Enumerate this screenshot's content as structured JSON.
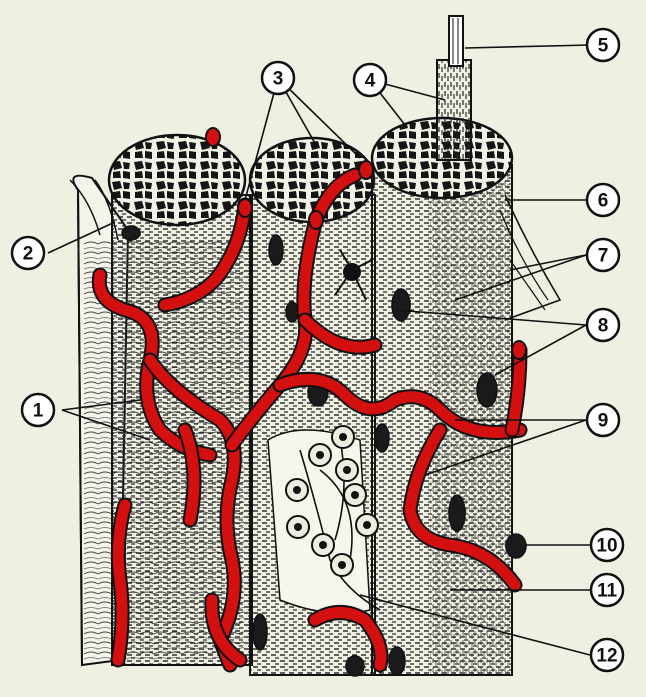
{
  "labels": [
    "1",
    "2",
    "3",
    "4",
    "5",
    "6",
    "7",
    "8",
    "9",
    "10",
    "11",
    "12"
  ],
  "colors": {
    "background": "#efefe2",
    "vessel": "#d40f0f",
    "fiber_fill": "#f6f6ec",
    "ink": "#111111"
  },
  "icons": {
    "fiber": "striated-muscle-fiber-icon",
    "vessel": "blood-capillary-icon",
    "nucleus": "cell-nucleus-icon",
    "nerve": "nerve-fiber-icon"
  }
}
